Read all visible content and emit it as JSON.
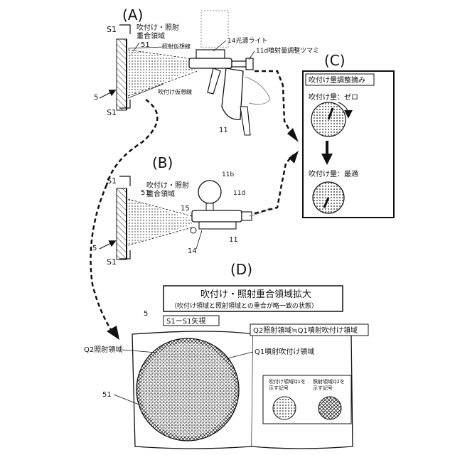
{
  "panels": {
    "A": "(A)",
    "B": "(B)",
    "C": "(C)",
    "D": "(D)"
  },
  "panel_a": {
    "s1_top": "S1",
    "s1_bottom": "S1",
    "overlap_region_line1": "吹付け・照射",
    "overlap_region_line2": "重合領域",
    "ref_51": "51",
    "ref_5": "5",
    "irradiation_virtual_line": "照射仮想線",
    "spray_virtual_line": "吹付け仮想線",
    "light_label": "14光源ライト",
    "knob_label": "11d噴射量調整ツマミ",
    "ref_11": "11"
  },
  "panel_b": {
    "s1_top": "S1",
    "s1_bottom": "S1",
    "overlap_region_line1": "吹付け・照射",
    "overlap_region_line2": "重合領域",
    "ref_51": "51",
    "ref_5": "5",
    "ref_11b": "11b",
    "ref_11d": "11d",
    "ref_15": "15",
    "ref_14": "14",
    "ref_11": "11"
  },
  "panel_c": {
    "title": "吹付け量調整摘み",
    "zero_label": "吹付け量：ゼロ",
    "optimal_label": "吹付け量：最適"
  },
  "panel_d": {
    "title": "吹付け・照射重合領域拡大",
    "subtitle": "（吹付け領域と照射領域との重合が略一致の状態）",
    "view_label": "S1ーS1矢視",
    "ref_5": "5",
    "relation": "Q2照射領域≒Q1噴射吹付け領域",
    "q2_label": "Q2照射領域",
    "q1_label": "Q1噴射吹付け領域",
    "ref_51": "51",
    "legend_q1": "吹付け領域Q1を\n示す記号",
    "legend_q2": "照射領域Q2を\n示す記号"
  }
}
